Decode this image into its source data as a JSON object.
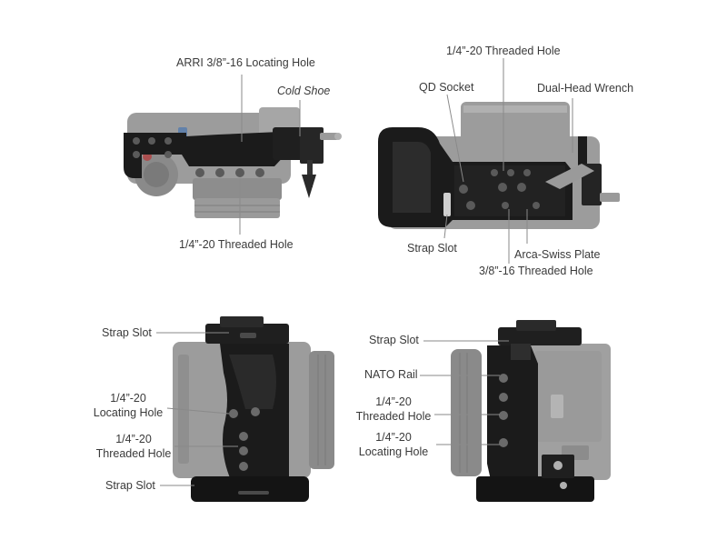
{
  "colors": {
    "camera_body": "#9c9c9c",
    "camera_dark": "#7a7a7a",
    "cage_black": "#1b1b1b",
    "hole": "#5a5a5a",
    "leader": "#8a8a8a",
    "text": "#3a3a3a"
  },
  "views": [
    {
      "id": "top-view",
      "labels": {
        "arri_hole": "ARRI 3/8”-16 Locating Hole",
        "cold_shoe": "Cold Shoe",
        "threaded_hole": "1/4”-20 Threaded Hole"
      }
    },
    {
      "id": "bottom-view",
      "labels": {
        "threaded_hole_top": "1/4”-20 Threaded Hole",
        "qd_socket": "QD Socket",
        "dual_head_wrench": "Dual-Head Wrench",
        "strap_slot": "Strap Slot",
        "arca_swiss_plate": "Arca-Swiss Plate",
        "threaded_hole_38": "3/8”-16 Threaded Hole"
      }
    },
    {
      "id": "left-side-view",
      "labels": {
        "strap_slot_top": "Strap Slot",
        "locating_hole": [
          "1/4”-20",
          "Locating Hole"
        ],
        "threaded_hole": [
          "1/4”-20",
          "Threaded Hole"
        ],
        "strap_slot_bottom": "Strap Slot"
      }
    },
    {
      "id": "right-side-view",
      "labels": {
        "strap_slot": "Strap Slot",
        "nato_rail": "NATO Rail",
        "threaded_hole": [
          "1/4”-20",
          "Threaded Hole"
        ],
        "locating_hole": [
          "1/4”-20",
          "Locating Hole"
        ]
      }
    }
  ]
}
